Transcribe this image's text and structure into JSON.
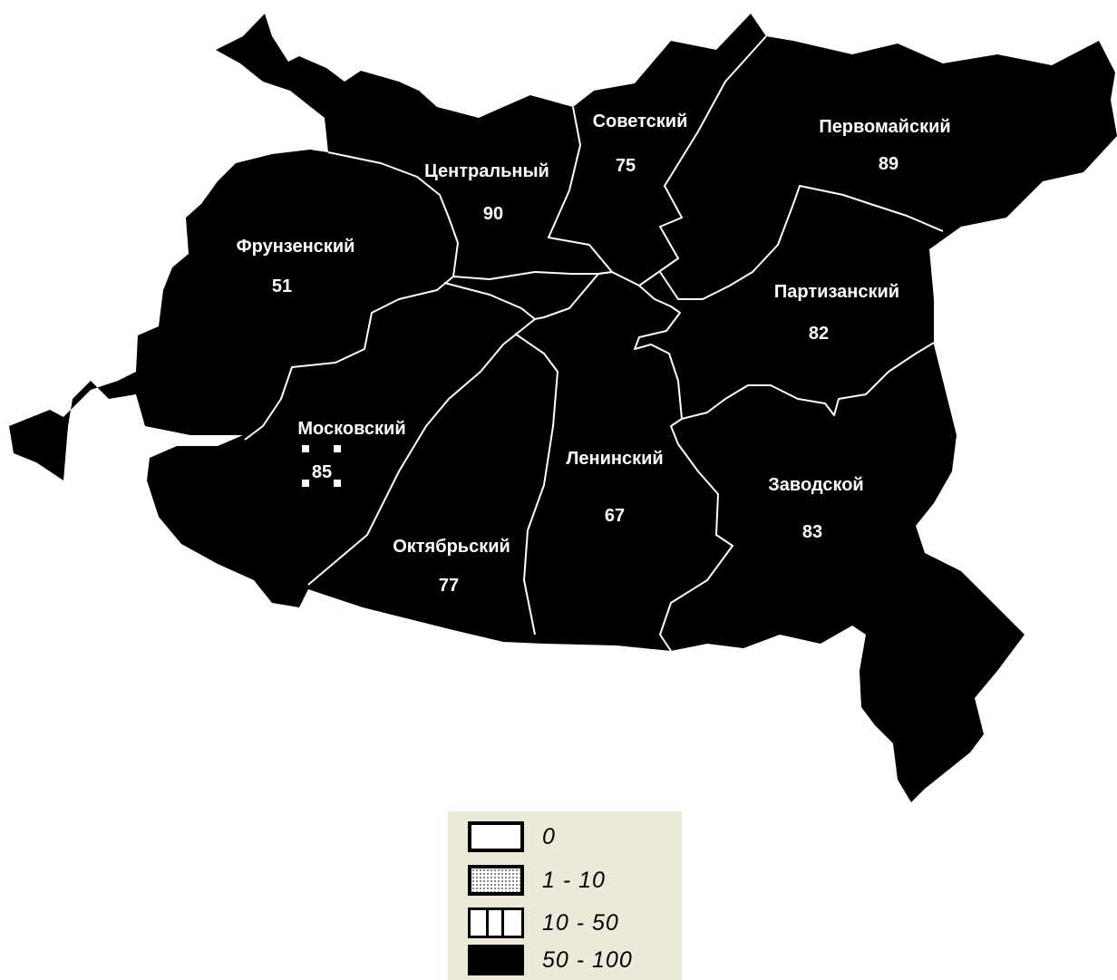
{
  "districts": [
    {
      "key": "frunzensky",
      "name": "Фрунзенский",
      "value": "51"
    },
    {
      "key": "tsentralny",
      "name": "Центральный",
      "value": "90"
    },
    {
      "key": "sovetsky",
      "name": "Советский",
      "value": "75"
    },
    {
      "key": "pervomaysky",
      "name": "Первомайский",
      "value": "89"
    },
    {
      "key": "partizansky",
      "name": "Партизанский",
      "value": "82"
    },
    {
      "key": "moskovsky",
      "name": "Московский",
      "value": "85"
    },
    {
      "key": "oktyabrsky",
      "name": "Октябрьский",
      "value": "77"
    },
    {
      "key": "leninsky",
      "name": "Ленинский",
      "value": "67"
    },
    {
      "key": "zavodskoy",
      "name": "Заводской",
      "value": "83"
    }
  ],
  "legend": [
    {
      "label": "0",
      "pattern": "empty"
    },
    {
      "label": "1 - 10",
      "pattern": "dotted"
    },
    {
      "label": "10 - 50",
      "pattern": "vertical-lines"
    },
    {
      "label": "50 - 100",
      "pattern": "solid"
    }
  ],
  "colors": {
    "fill": "#000000",
    "border": "#ffffff",
    "legend_bg": "#ece9d8"
  }
}
